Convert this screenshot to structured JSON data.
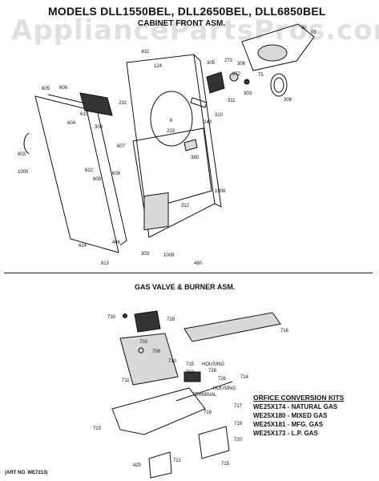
{
  "header": {
    "title": "MODELS DLL1550BEL, DLL2650BEL, DLL6850BEL",
    "subtitle": "CABINET FRONT ASM.",
    "watermark": "AppliancePartsPros.com"
  },
  "section2": {
    "title": "GAS VALVE & BURNER ASM."
  },
  "callouts_top": {
    "p30": "30",
    "p03": "03",
    "p432": "432",
    "p124": "124",
    "p305": "305",
    "p273": "273",
    "p306": "306",
    "p272": "272",
    "p75": "75",
    "p605": "605",
    "p606": "606",
    "p232": "232",
    "p610": "610",
    "p604": "604",
    "p300": "300",
    "p311": "311",
    "p310": "310",
    "p303a": "303",
    "p308": "308",
    "p243": "243",
    "p233": "233",
    "p6": "6",
    "p607": "607",
    "p380": "380",
    "p603": "603",
    "p622": "622",
    "p609": "609",
    "p608": "608",
    "p1005": "1005",
    "p1008": "1008",
    "p312": "312",
    "p614": "614",
    "p446": "446",
    "p613": "613",
    "p303b": "303",
    "p1009": "1009",
    "p460": "460"
  },
  "callouts_bottom": {
    "p730": "730",
    "p729": "729",
    "p716": "716",
    "p703": "703",
    "p709": "709",
    "p710": "710",
    "p715a": "715",
    "p728": "728",
    "p726": "726",
    "p714": "714",
    "p711": "711",
    "p713": "713",
    "p717": "717",
    "p718": "718",
    "p719": "719",
    "p720": "720",
    "p723": "723",
    "p715b": "715",
    "p420": "420",
    "p721": "721",
    "housing1": "HOUSING",
    "housing2": "HOUSING",
    "terminal": "TERMINAL"
  },
  "conversion_kits": {
    "heading": "ORFICE CONVERSION KITS",
    "items": [
      "WE25X174 - NATURAL GAS",
      "WE25X180 - MIXED GAS",
      "WE25X181 - MFG. GAS",
      "WE25X173 - L.P. GAS"
    ]
  },
  "footer": {
    "art_no": "(ART NO. WE7213)"
  }
}
